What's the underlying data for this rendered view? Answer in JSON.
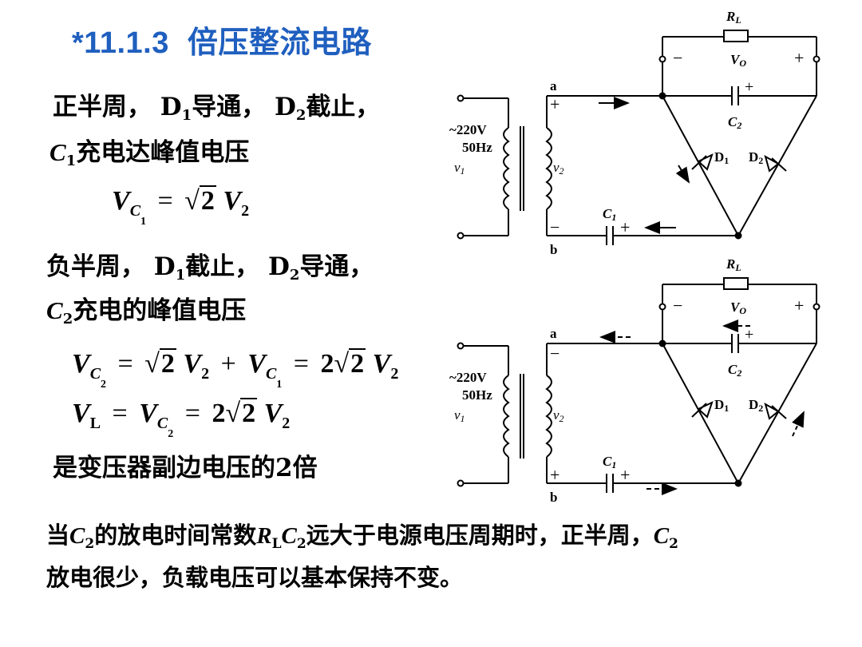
{
  "title": {
    "number": "*11.1.3",
    "text": "倍压整流电路"
  },
  "pos_half": {
    "l1_a": "正半周， D",
    "l1_sub1": "1",
    "l1_b": "导通， D",
    "l1_sub2": "2",
    "l1_c": "截止，",
    "l2_c": "C",
    "l2_sub": "1",
    "l2_text": "充电达峰值电压"
  },
  "eq1": {
    "lhs": "V",
    "lhs_sub": "C",
    "lhs_sub2": "1",
    "eq": "=",
    "rad": "2",
    "rhs": "V",
    "rhs_sub": "2"
  },
  "neg_half": {
    "l1_a": "负半周， D",
    "l1_sub1": "1",
    "l1_b": "截止， D",
    "l1_sub2": "2",
    "l1_c": "导通，",
    "l2_c": "C",
    "l2_sub": "2",
    "l2_text": "充电的峰值电压"
  },
  "eq2": {
    "lhs": "V",
    "lhs_sub": "C",
    "lhs_sub2": "2",
    "eq": "=",
    "rad": "2",
    "v2": "V",
    "v2_sub": "2",
    "plus": "+",
    "vc1": "V",
    "vc1_sub": "C",
    "vc1_sub2": "1",
    "eq2": "=",
    "coef": "2",
    "rad2": "2",
    "rhs": "V",
    "rhs_sub": "2"
  },
  "eq3": {
    "lhs": "V",
    "lhs_sub": "L",
    "eq": "=",
    "vc": "V",
    "vc_sub": "C",
    "vc_sub2": "2",
    "eq2": "=",
    "coef": "2",
    "rad": "2",
    "rhs": "V",
    "rhs_sub": "2"
  },
  "conclusion": "是变压器副边电压的2倍",
  "bottom": {
    "a": "当",
    "c1": "C",
    "c1_sub": "2",
    "b": "的放电时间常数",
    "r": "R",
    "r_sub": "L",
    "c2": "C",
    "c2_sub": "2",
    "c": "远大于电源电压周期时，正半周，",
    "c3": "C",
    "c3_sub": "2",
    "line2": "放电很少，负载电压可以基本保持不变。"
  },
  "circuit": {
    "RL": "R",
    "RL_sub": "L",
    "VO": "V",
    "VO_sub": "O",
    "minus": "−",
    "plus": "+",
    "a": "a",
    "b": "b",
    "src_v": "~220V",
    "src_f": "50Hz",
    "v1": "v",
    "v1_sub": "1",
    "v2": "v",
    "v2_sub": "2",
    "C1": "C",
    "C1_sub": "1",
    "C2": "C",
    "C2_sub": "2",
    "D1": "D",
    "D1_sub": "1",
    "D2": "D",
    "D2_sub": "2"
  }
}
